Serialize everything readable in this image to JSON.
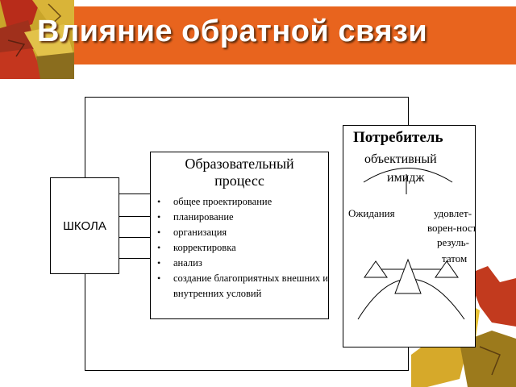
{
  "slide": {
    "title": "Влияние обратной связи"
  },
  "school": {
    "label": "ШКОЛА"
  },
  "process": {
    "title_line1": "Образовательный",
    "title_line2": "процесс",
    "items": [
      "общее проектирование",
      "планирование",
      "организация",
      "корректировка",
      "анализ",
      "создание благоприятных внешних и внутренних условий"
    ]
  },
  "consumer": {
    "title": "Потребитель",
    "image_line1": "объективный",
    "image_line2": "имидж",
    "expectations": "Ожидания",
    "result_line1": "удовлет-",
    "result_line2": "ворен-ность",
    "result_line3": "резуль-",
    "result_line4": "татом"
  },
  "colors": {
    "title_bar": "#e8641e",
    "title_text": "#ffffff"
  }
}
